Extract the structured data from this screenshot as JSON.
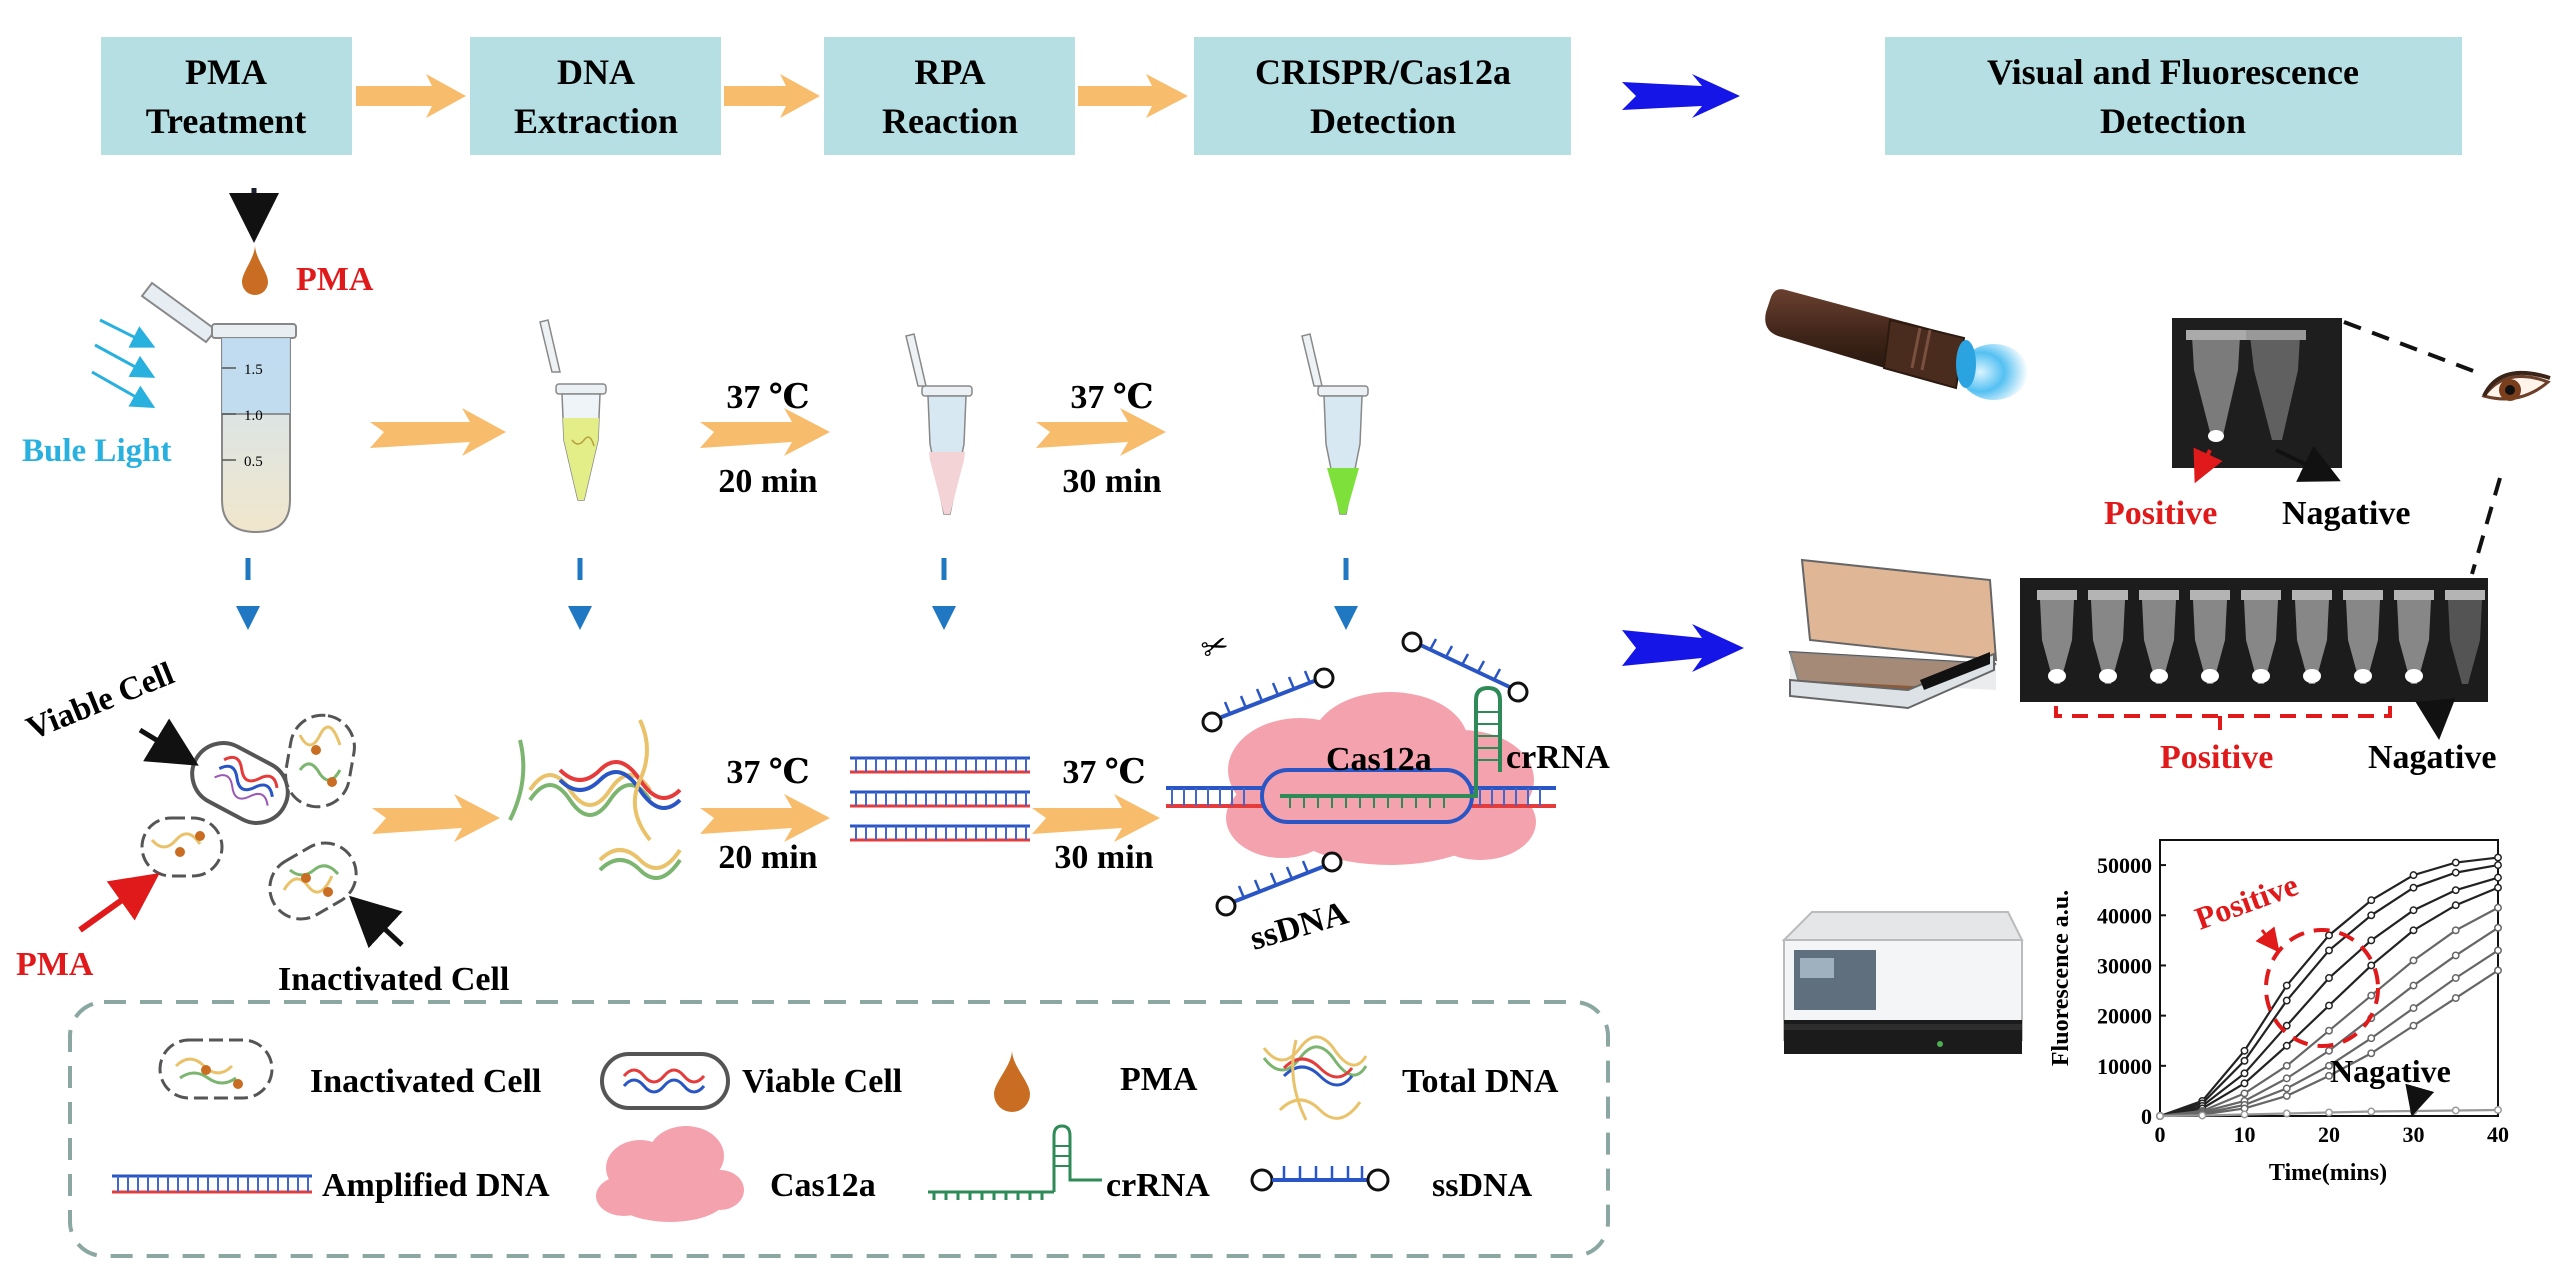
{
  "steps": [
    {
      "line1": "PMA",
      "line2": "Treatment"
    },
    {
      "line1": "DNA",
      "line2": "Extraction"
    },
    {
      "line1": "RPA",
      "line2": "Reaction"
    },
    {
      "line1": "CRISPR/Cas12a",
      "line2": "Detection"
    },
    {
      "line1": "Visual and Fluorescence",
      "line2": "Detection"
    }
  ],
  "labels": {
    "pma_drop": "PMA",
    "blue_light": "Bule Light",
    "tube_marks": [
      "1.5",
      "1.0",
      "0.5"
    ],
    "cond1_temp": "37 ℃",
    "cond1_time": "20 min",
    "cond2_temp": "37 ℃",
    "cond2_time": "30 min",
    "cond3_temp": "37 ℃",
    "cond3_time": "20 min",
    "cond4_temp": "37 ℃",
    "cond4_time": "30 min",
    "viable_cell": "Viable Cell",
    "inactivated_cell": "Inactivated Cell",
    "pma_cells": "PMA",
    "cas12a": "Cas12a",
    "crrna": "crRNA",
    "ssdna": "ssDNA",
    "positive_top": "Positive",
    "negative_top": "Nagative",
    "positive_strip": "Positive",
    "negative_strip": "Nagative"
  },
  "legend": {
    "inactivated_cell": "Inactivated Cell",
    "viable_cell": "Viable Cell",
    "pma": "PMA",
    "total_dna": "Total DNA",
    "amplified_dna": "Amplified DNA",
    "cas12a": "Cas12a",
    "crrna": "crRNA",
    "ssdna": "ssDNA"
  },
  "colors": {
    "step_box": "#b6dfe3",
    "orange_arrow": "#f8bd6c",
    "blue_arrow": "#1515e8",
    "dashed_blue": "#1f78c1",
    "red_text": "#e0191a",
    "cyan_text": "#28b0df",
    "cas_pink": "#f4a3ae",
    "dna_red": "#e53b3b",
    "dna_blue": "#2a55c4",
    "dna_green": "#7bb56f",
    "dna_yellow": "#e9c26a",
    "legend_border": "#8aa7a2"
  },
  "chart_data": {
    "type": "line",
    "title": "",
    "xlabel": "Time(mins)",
    "ylabel": "Fluorescence a.u.",
    "xlim": [
      0,
      40
    ],
    "ylim": [
      0,
      55000
    ],
    "xticks": [
      0,
      10,
      20,
      30,
      40
    ],
    "yticks": [
      0,
      10000,
      20000,
      30000,
      40000,
      50000
    ],
    "annotations": [
      "Positive",
      "Nagative"
    ],
    "series": [
      {
        "x": [
          0,
          5,
          10,
          15,
          20,
          25,
          30,
          35,
          40
        ],
        "values": [
          0,
          3000,
          13000,
          26000,
          36000,
          43000,
          48000,
          50500,
          51500
        ]
      },
      {
        "x": [
          0,
          5,
          10,
          15,
          20,
          25,
          30,
          35,
          40
        ],
        "values": [
          0,
          2500,
          11000,
          23000,
          33000,
          40000,
          45500,
          48500,
          50000
        ]
      },
      {
        "x": [
          0,
          5,
          10,
          15,
          20,
          25,
          30,
          35,
          40
        ],
        "values": [
          0,
          2000,
          8500,
          18000,
          27500,
          35000,
          41000,
          45000,
          47500
        ]
      },
      {
        "x": [
          0,
          5,
          10,
          15,
          20,
          25,
          30,
          35,
          40
        ],
        "values": [
          0,
          1500,
          6500,
          14000,
          22000,
          30000,
          37000,
          42000,
          45500
        ]
      },
      {
        "x": [
          0,
          5,
          10,
          15,
          20,
          25,
          30,
          35,
          40
        ],
        "values": [
          0,
          1000,
          4500,
          10000,
          17000,
          24000,
          31000,
          37000,
          41500
        ]
      },
      {
        "x": [
          0,
          5,
          10,
          15,
          20,
          25,
          30,
          35,
          40
        ],
        "values": [
          0,
          800,
          3000,
          7500,
          13000,
          19500,
          26000,
          32000,
          37500
        ]
      },
      {
        "x": [
          0,
          5,
          10,
          15,
          20,
          25,
          30,
          35,
          40
        ],
        "values": [
          0,
          500,
          2200,
          5500,
          10000,
          15500,
          21500,
          27500,
          33000
        ]
      },
      {
        "x": [
          0,
          5,
          10,
          15,
          20,
          25,
          30,
          35,
          40
        ],
        "values": [
          0,
          300,
          1500,
          4000,
          8000,
          12500,
          18000,
          23500,
          29000
        ]
      },
      {
        "x": [
          0,
          5,
          10,
          15,
          20,
          25,
          30,
          35,
          40
        ],
        "values": [
          0,
          100,
          300,
          500,
          700,
          900,
          1000,
          1100,
          1200
        ]
      }
    ]
  }
}
